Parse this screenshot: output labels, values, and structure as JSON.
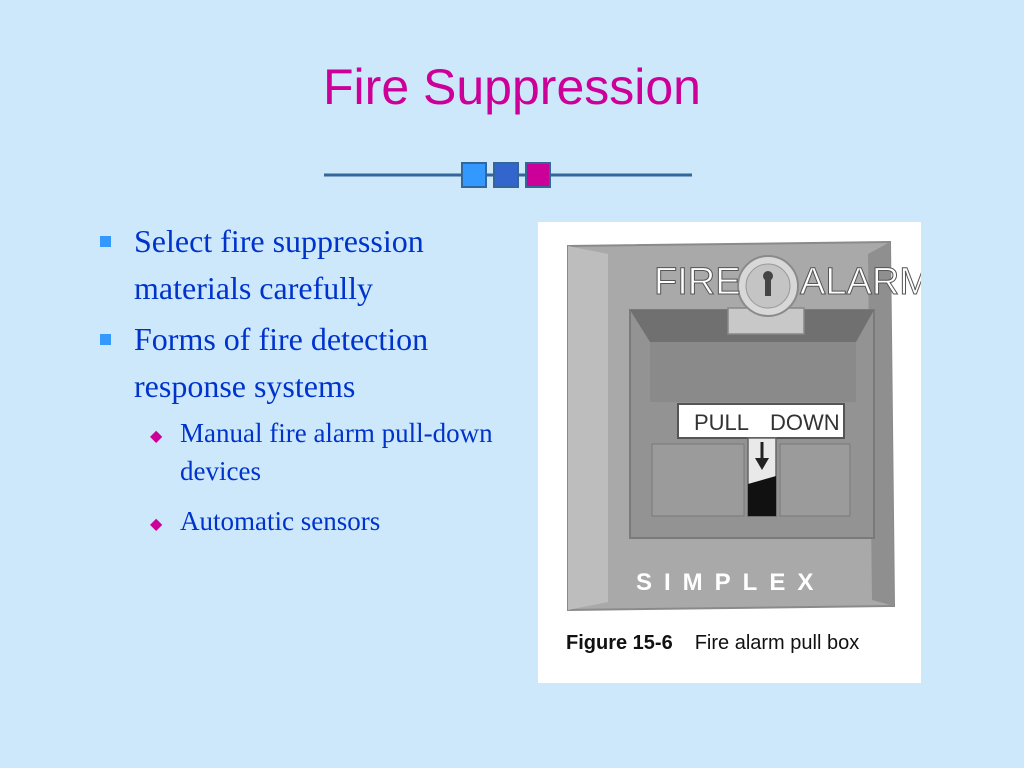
{
  "slide": {
    "title": "Fire Suppression",
    "bullets": [
      {
        "text": "Select fire suppression materials carefully"
      },
      {
        "text": "Forms of fire detection response systems",
        "sub": [
          "Manual fire alarm pull-down devices",
          "Automatic sensors"
        ]
      }
    ]
  },
  "figure": {
    "device_text": {
      "top_left": "FIRE",
      "top_right": "ALARM",
      "handle_left": "PULL",
      "handle_right": "DOWN",
      "brand": "SIMPLEX"
    },
    "caption_number": "Figure 15-6",
    "caption_text": "Fire alarm pull box"
  },
  "colors": {
    "background": "#cce8fa",
    "title": "#cc0099",
    "body_text": "#0033cc",
    "bullet_square": "#3399ff",
    "sub_bullet": "#cc0099"
  }
}
